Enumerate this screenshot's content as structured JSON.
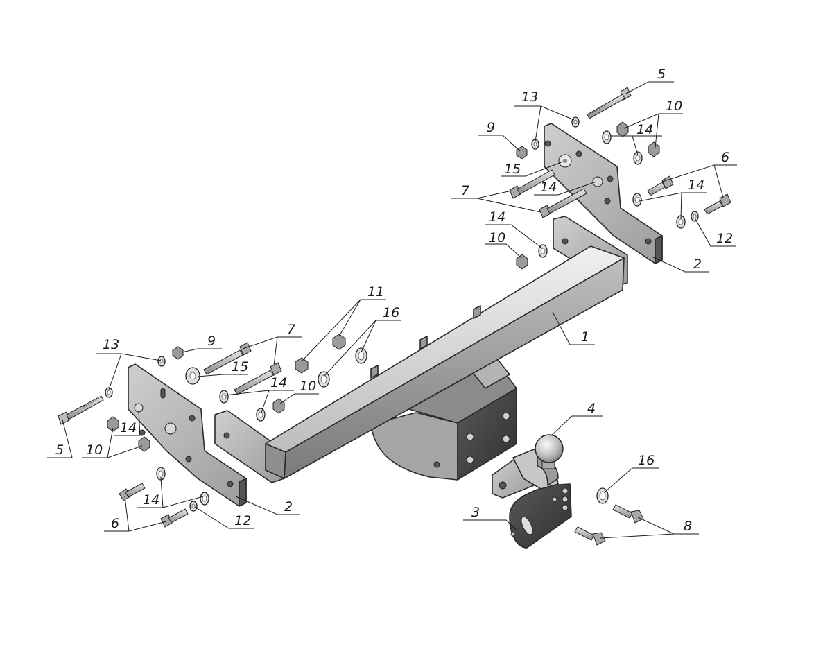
{
  "diagram": {
    "colors": {
      "line": "#1a1a1a",
      "part_light": "#d2d2d2",
      "part_mid": "#a9a9a9",
      "part_dark": "#4a4a4a",
      "edge": "#2a2a2a"
    },
    "callouts": {
      "c1": "1",
      "c2a": "2",
      "c2b": "2",
      "c3": "3",
      "c4": "4",
      "c5a": "5",
      "c5b": "5",
      "c6a": "6",
      "c6b": "6",
      "c7a": "7",
      "c7b": "7",
      "c8": "8",
      "c9a": "9",
      "c9b": "9",
      "c10a": "10",
      "c10b": "10",
      "c10c": "10",
      "c10d": "10",
      "c11": "11",
      "c12a": "12",
      "c12b": "12",
      "c13a": "13",
      "c13b": "13",
      "c14a": "14",
      "c14b": "14",
      "c14c": "14",
      "c14d": "14",
      "c14e": "14",
      "c14f": "14",
      "c14g": "14",
      "c15a": "15",
      "c15b": "15",
      "c16a": "16",
      "c16b": "16"
    }
  }
}
